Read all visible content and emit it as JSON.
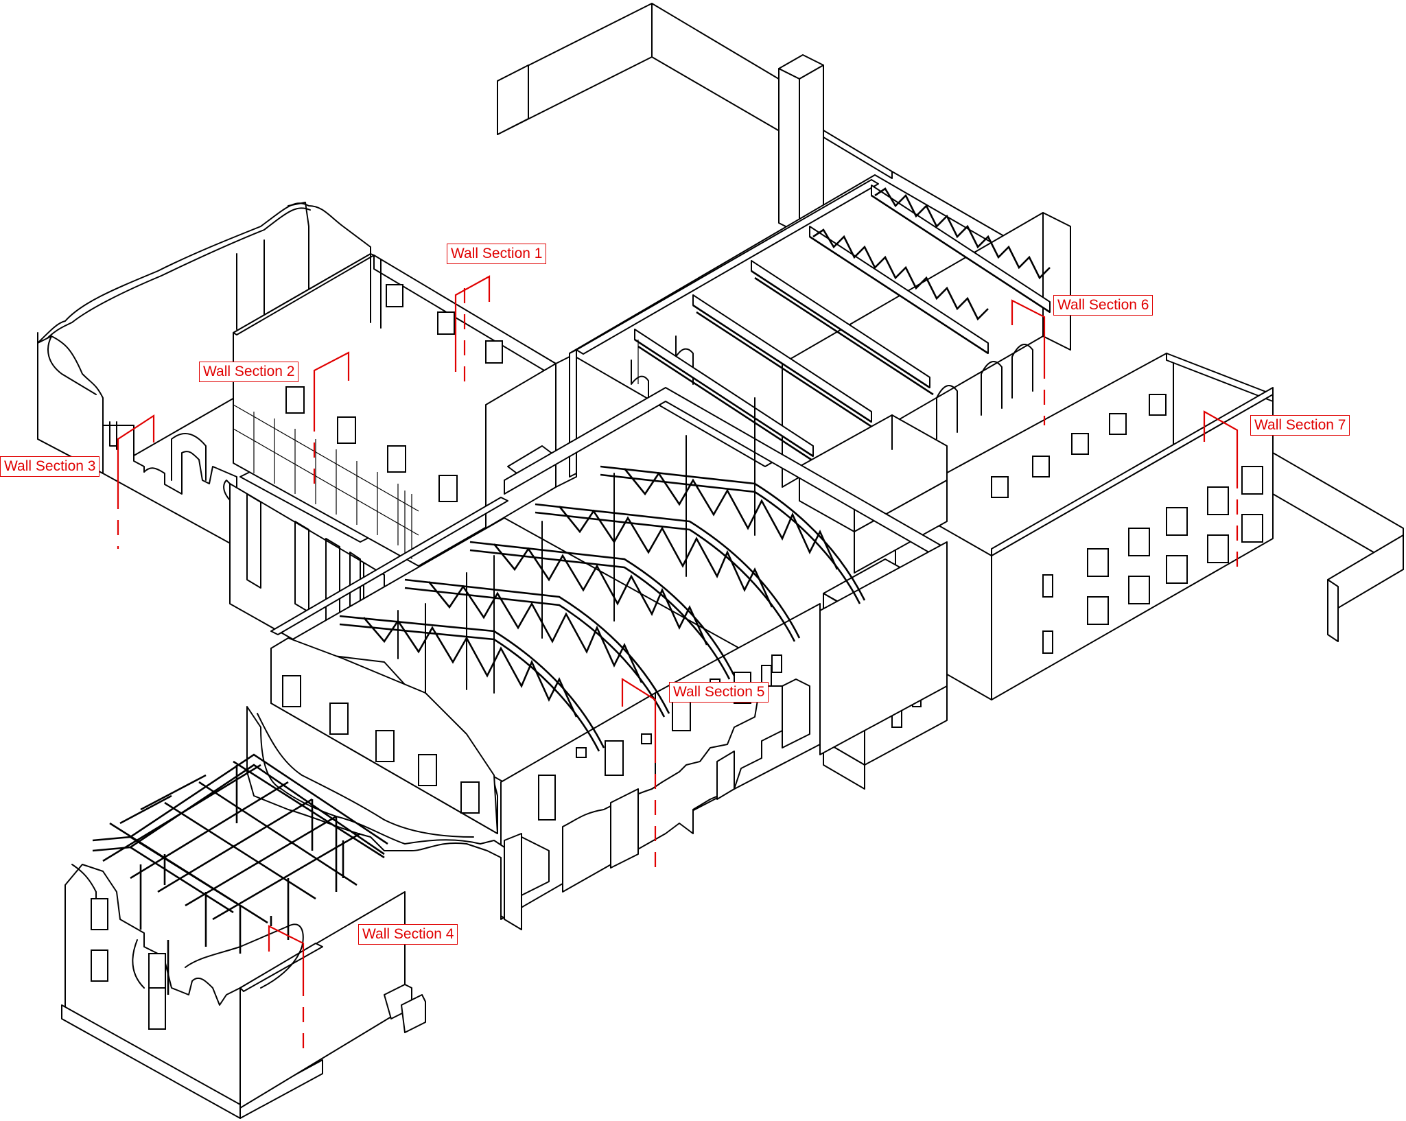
{
  "sections": [
    {
      "id": "ws1",
      "label": "Wall Section 1"
    },
    {
      "id": "ws2",
      "label": "Wall Section 2"
    },
    {
      "id": "ws3",
      "label": "Wall Section 3"
    },
    {
      "id": "ws4",
      "label": "Wall Section 4"
    },
    {
      "id": "ws5",
      "label": "Wall Section 5"
    },
    {
      "id": "ws6",
      "label": "Wall Section 6"
    },
    {
      "id": "ws7",
      "label": "Wall Section 7"
    }
  ],
  "colors": {
    "section_marker": "#e00000",
    "linework": "#000000",
    "background": "#ffffff"
  }
}
